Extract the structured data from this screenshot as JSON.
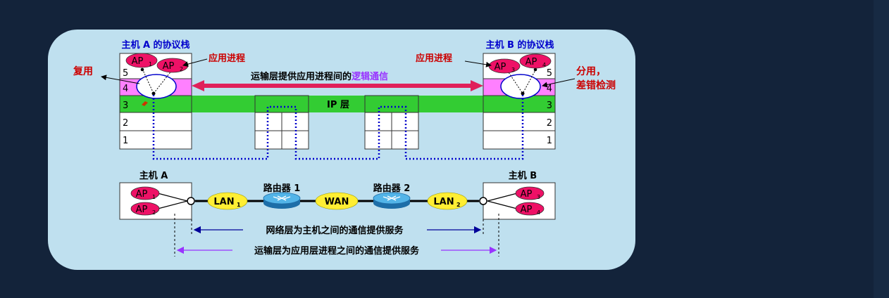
{
  "colors": {
    "background": "#13233a",
    "panel": "#bfe0ef",
    "transport_layer": "#ff80ff",
    "ip_layer": "#33cc33",
    "ap_fill": "#ee1166",
    "red_text": "#cc0000",
    "blue_text": "#0000cc",
    "purple_text": "#9933ff",
    "dotted_path": "#0000cc"
  },
  "protocol_stack_a": {
    "title": "主机 A 的协议栈",
    "layers": [
      "5",
      "4",
      "3",
      "2",
      "1"
    ],
    "aps": [
      {
        "base": "AP",
        "sub": "1"
      },
      {
        "base": "AP",
        "sub": "2"
      }
    ]
  },
  "protocol_stack_b": {
    "title": "主机 B 的协议栈",
    "layers": [
      "5",
      "4",
      "3",
      "2",
      "1"
    ],
    "aps": [
      {
        "base": "AP",
        "sub": "3"
      },
      {
        "base": "AP",
        "sub": "4"
      }
    ]
  },
  "labels": {
    "multiplex": "复用",
    "app_process_left": "应用进程",
    "app_process_right": "应用进程",
    "demultiplex_line1": "分用，",
    "demultiplex_line2": "差错检测",
    "logical_comm_prefix": "运输层提供应用进程间的",
    "logical_comm_highlight": "逻辑通信",
    "ip_layer": "IP 层"
  },
  "network": {
    "host_a": "主机 A",
    "host_b": "主机 B",
    "router1": "路由器 1",
    "router2": "路由器 2",
    "lan1": {
      "base": "LAN",
      "sub": "1"
    },
    "wan": "WAN",
    "lan2": {
      "base": "LAN",
      "sub": "2"
    },
    "host_a_aps": [
      {
        "base": "AP",
        "sub": "1"
      },
      {
        "base": "AP",
        "sub": "2"
      }
    ],
    "host_b_aps": [
      {
        "base": "AP",
        "sub": "3"
      },
      {
        "base": "AP",
        "sub": "4"
      }
    ]
  },
  "services": {
    "network_layer": "网络层为主机之间的通信提供服务",
    "transport_layer": "运输层为应用层进程之间的通信提供服务"
  }
}
